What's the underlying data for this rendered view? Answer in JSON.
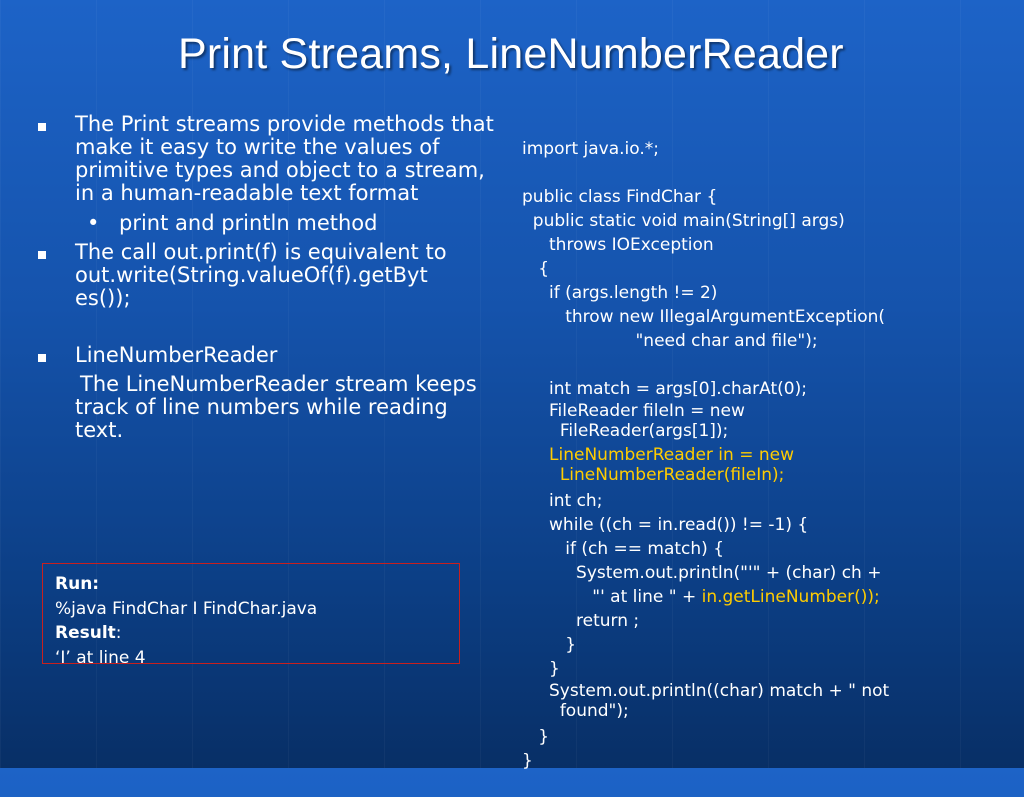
{
  "title": "Print Streams, LineNumberReader",
  "left": {
    "b1": "The Print streams provide methods that make it easy to write the values of primitive types and object to a stream, in a human-readable text format",
    "b1_sub": "print and println method",
    "b2_line1": "The call out.print(f) is equivalent to",
    "b2_line2": "out.write(String.valueOf(f).getByt",
    "b2_line3": "es());",
    "b3_title": "LineNumberReader",
    "b3_text": "The LineNumberReader stream keeps track of line numbers while reading text."
  },
  "run_box": {
    "run_label": "Run:",
    "command": "%java FindChar I FindChar.java",
    "result_label": "Result",
    "result_colon": ":",
    "result_value": "‘I’ at line 4"
  },
  "code": {
    "l1": "import java.io.*;",
    "l2": "public class FindChar {",
    "l3": "  public static void main(String[] args)",
    "l4": "     throws IOException",
    "l5": "   {",
    "l6": "     if (args.length != 2)",
    "l7": "        throw new IllegalArgumentException(",
    "l8": "                     \"need char and file\");",
    "l9": "     int match = args[0].charAt(0);",
    "l10": "     FileReader fileIn = new",
    "l11": "       FileReader(args[1]);",
    "l12": "     LineNumberReader in = new",
    "l13": "       LineNumberReader(fileIn);",
    "l14": "     int ch;",
    "l15": "     while ((ch = in.read()) != -1) {",
    "l16": "        if (ch == match) {",
    "l17": "          System.out.println(\"'\" + (char) ch +",
    "l18a": "             \"' at line \" + ",
    "l18b": "in.getLineNumber());",
    "l19": "          return ;",
    "l20": "        }",
    "l21": "     }",
    "l22": "     System.out.println((char) match + \" not",
    "l23": "       found\");",
    "l24": "   }",
    "l25": "}"
  },
  "colors": {
    "highlight": "#ffcc00",
    "box_border": "#c8201e"
  }
}
